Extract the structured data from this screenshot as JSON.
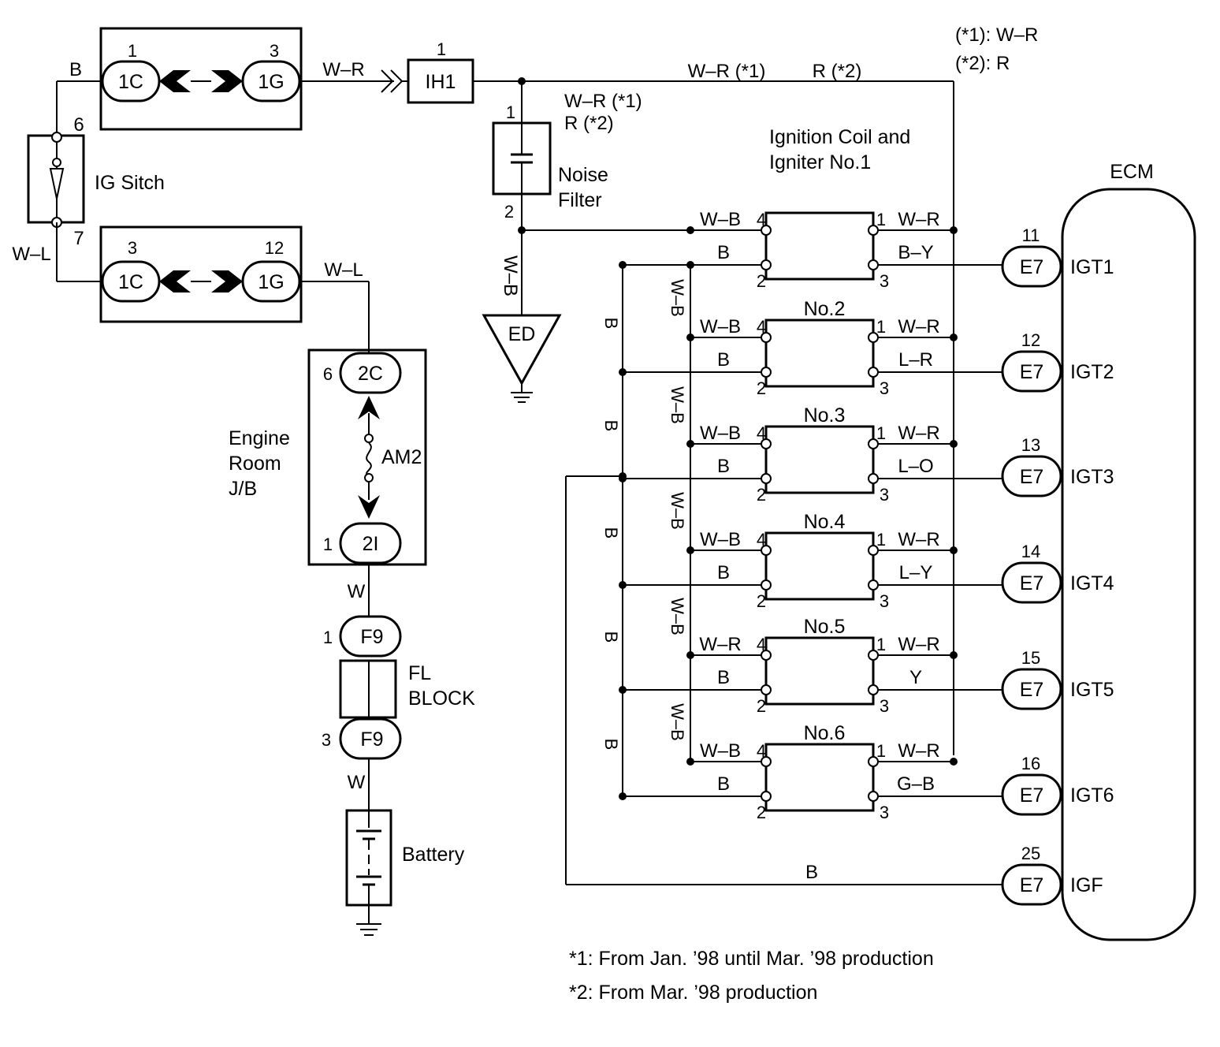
{
  "legend": {
    "notes": [
      "(*1): W–R",
      "(*2): R"
    ],
    "footnotes": [
      "*1: From Jan. ’98 until Mar. ’98 production",
      "*2: From Mar. ’98 production"
    ]
  },
  "components": {
    "ig_switch": "IG Sitch",
    "noise_filter": [
      "Noise",
      "Filter"
    ],
    "engine_room_jb": [
      "Engine",
      "Room",
      "J/B"
    ],
    "fuse": "AM2",
    "fl_block": [
      "FL",
      "BLOCK"
    ],
    "battery": "Battery",
    "ground": "ED",
    "ecm": "ECM",
    "coil_title": [
      "Ignition Coil and",
      "Igniter No.1"
    ]
  },
  "connectors": {
    "c1c_top": "1C",
    "c1g_top": "1G",
    "c1c_bot": "1C",
    "c1g_bot": "1G",
    "ih1": "IH1",
    "c2c": "2C",
    "c2i": "2I",
    "f9_top": "F9",
    "f9_bot": "F9"
  },
  "pins": {
    "c1c_top": "1",
    "c1g_top": "3",
    "c1c_bot": "3",
    "c1g_bot": "12",
    "ih1": "1",
    "sw_top": "6",
    "sw_bot": "7",
    "nf_top": "1",
    "nf_bot": "2",
    "c2c": "6",
    "c2i": "1",
    "f9_top": "1",
    "f9_bot": "3"
  },
  "wires": {
    "top_left_b": "B",
    "top_wr": "W–R",
    "left_wl": "W–L",
    "mid_wl": "W–L",
    "main_wr1": "W–R (*1)",
    "main_r2": "R (*2)",
    "nf_wr1": "W–R (*1)",
    "nf_r2": "R (*2)",
    "ed_wb": "W–B",
    "w_upper": "W",
    "w_lower": "W",
    "b_vert": "B",
    "wb_vert": "W–B",
    "igf_b": "B"
  },
  "coils": [
    {
      "name": "",
      "p4_wire": "W–B",
      "p1_wire": "W–R",
      "p2_wire": "B",
      "p3_wire": "B–Y"
    },
    {
      "name": "No.2",
      "p4_wire": "W–B",
      "p1_wire": "W–R",
      "p2_wire": "B",
      "p3_wire": "L–R"
    },
    {
      "name": "No.3",
      "p4_wire": "W–B",
      "p1_wire": "W–R",
      "p2_wire": "B",
      "p3_wire": "L–O"
    },
    {
      "name": "No.4",
      "p4_wire": "W–B",
      "p1_wire": "W–R",
      "p2_wire": "B",
      "p3_wire": "L–Y"
    },
    {
      "name": "No.5",
      "p4_wire": "W–R",
      "p1_wire": "W–R",
      "p2_wire": "B",
      "p3_wire": "Y"
    },
    {
      "name": "No.6",
      "p4_wire": "W–B",
      "p1_wire": "W–R",
      "p2_wire": "B",
      "p3_wire": "G–B"
    }
  ],
  "coil_pins": [
    "4",
    "1",
    "2",
    "3"
  ],
  "ecm_pins": [
    {
      "num": "11",
      "conn": "E7",
      "signal": "IGT1"
    },
    {
      "num": "12",
      "conn": "E7",
      "signal": "IGT2"
    },
    {
      "num": "13",
      "conn": "E7",
      "signal": "IGT3"
    },
    {
      "num": "14",
      "conn": "E7",
      "signal": "IGT4"
    },
    {
      "num": "15",
      "conn": "E7",
      "signal": "IGT5"
    },
    {
      "num": "16",
      "conn": "E7",
      "signal": "IGT6"
    },
    {
      "num": "25",
      "conn": "E7",
      "signal": "IGF"
    }
  ]
}
